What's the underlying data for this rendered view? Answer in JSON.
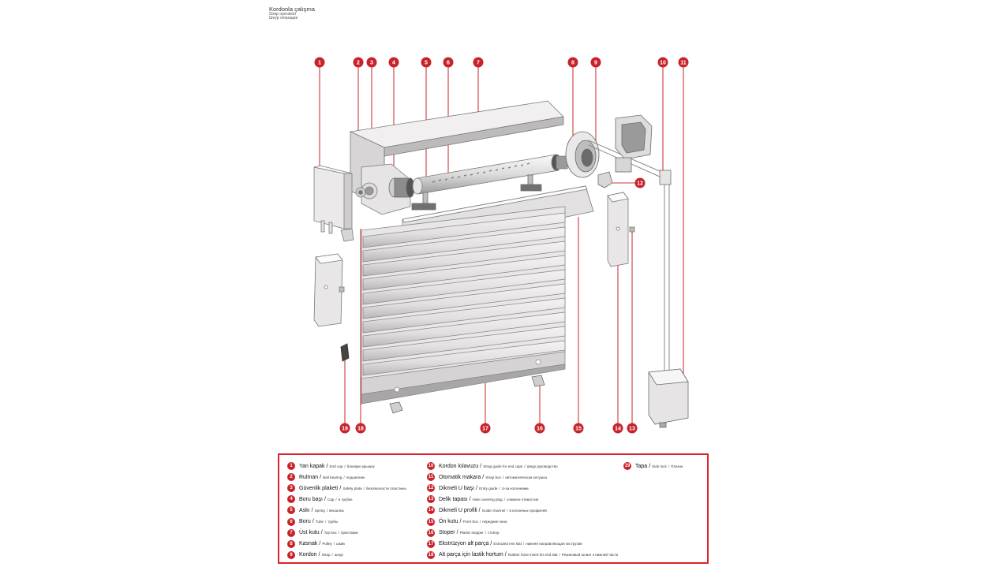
{
  "title": {
    "tr": "Kordonla çalışma",
    "en": "Strap operation",
    "ru": "Шнур операции"
  },
  "callouts": [
    "1",
    "2",
    "3",
    "4",
    "5",
    "6",
    "7",
    "8",
    "9",
    "10",
    "11",
    "19",
    "18",
    "17",
    "16",
    "15",
    "14",
    "13",
    "12"
  ],
  "legend": [
    {
      "num": "1",
      "tr": "Yan kapak",
      "en": "End cap",
      "ru": "боковую крышку"
    },
    {
      "num": "2",
      "tr": "Rulman",
      "en": "Ball bearing",
      "ru": "подшипник"
    },
    {
      "num": "3",
      "tr": "Güvenlik plaketi",
      "en": "Safety plate",
      "ru": "безопасности пластины"
    },
    {
      "num": "4",
      "tr": "Boru başı",
      "en": "Cap",
      "ru": "в трубке"
    },
    {
      "num": "5",
      "tr": "Askı",
      "en": "Spring",
      "ru": "вешалка"
    },
    {
      "num": "6",
      "tr": "Boru",
      "en": "Tube",
      "ru": "трубы"
    },
    {
      "num": "7",
      "tr": "Üst kutu",
      "en": "Top box",
      "ru": "приставки"
    },
    {
      "num": "8",
      "tr": "Kasnak",
      "en": "Pulley",
      "ru": "шкив"
    },
    {
      "num": "9",
      "tr": "Kordon",
      "en": "Strap",
      "ru": "шнур"
    },
    {
      "num": "10",
      "tr": "Kordon kılavuzu",
      "en": "Strap guide for end caps",
      "ru": "Шнур руководство"
    },
    {
      "num": "11",
      "tr": "Otomatik makara",
      "en": "Strap box",
      "ru": "автоматическая катушка"
    },
    {
      "num": "12",
      "tr": "Dikmeli U başı",
      "en": "Entry guide",
      "ru": "U-за колоннами"
    },
    {
      "num": "13",
      "tr": "Delik tapası",
      "en": "Hole covering plug",
      "ru": "сливное отверстие"
    },
    {
      "num": "14",
      "tr": "Dikmeli U profili",
      "en": "Guide channel",
      "ru": "в колонных профилей"
    },
    {
      "num": "15",
      "tr": "Ön kutu",
      "en": "Front box",
      "ru": "передние окна"
    },
    {
      "num": "16",
      "tr": "Stoper",
      "en": "Plastic stopper",
      "ru": "стопор"
    },
    {
      "num": "17",
      "tr": "Ekstrüzyon alt parça",
      "en": "Extruded ens slat",
      "ru": "нижняя направляющая экструзии"
    },
    {
      "num": "18",
      "tr": "Alt parça için lastik hortum",
      "en": "Robber hose insert for end slat",
      "ru": "Резиновый шланг к нижней части"
    },
    {
      "num": "19",
      "tr": "Tapa",
      "en": "Side lock",
      "ru": "Плагин"
    }
  ],
  "colors": {
    "accent": "#c8232a",
    "frame": "#d8242a",
    "part": "#ece9ea",
    "part_edge": "#7a7a7a"
  }
}
